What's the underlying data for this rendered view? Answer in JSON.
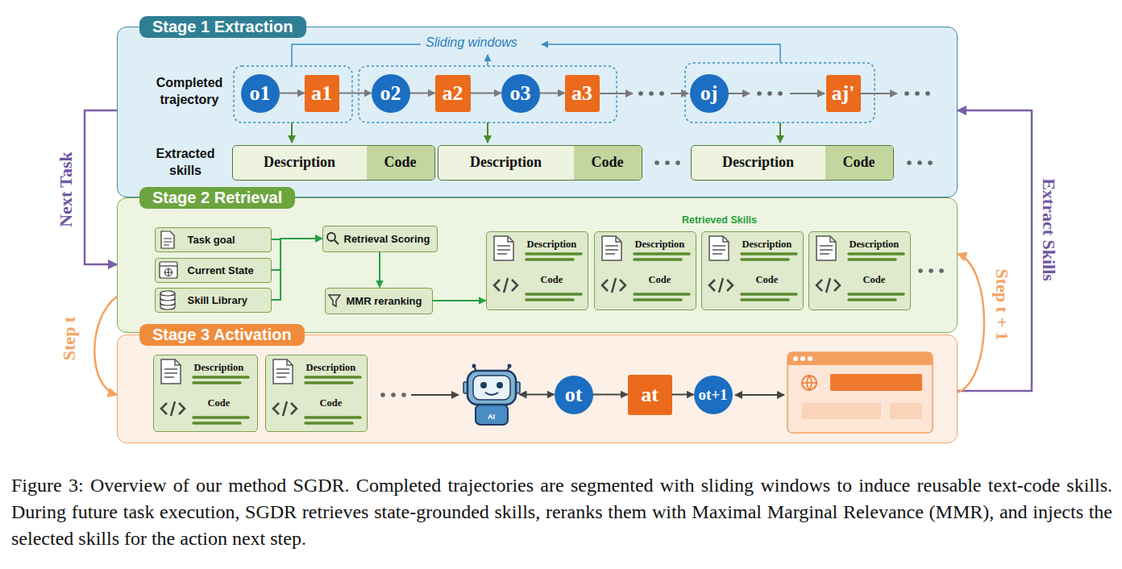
{
  "diagram": {
    "caption": "Figure 3: Overview of our method SGDR. Completed trajectories are segmented with sliding windows to induce reusable text-code skills. During future task execution, SGDR retrieves state-grounded skills, reranks them with Maximal Marginal Relevance (MMR), and injects the selected skills for the action next step.",
    "nodes": [
      {
        "text": [
          "Stage 1 Extraction"
        ]
      },
      {
        "text": [
          "o1"
        ],
        "in": 0
      },
      {
        "text": [
          "a1"
        ],
        "in": 0
      },
      {
        "text": [
          "o2"
        ],
        "in": 0
      },
      {
        "text": [
          "a2"
        ],
        "in": 0
      },
      {
        "text": [
          "o3"
        ],
        "in": 0
      },
      {
        "text": [
          "a3"
        ],
        "in": 0
      },
      {
        "text": [
          "oj"
        ],
        "in": 0
      },
      {
        "text": [
          "aj'"
        ],
        "in": 0
      },
      {
        "text": [
          "Description",
          "Code"
        ],
        "in": 0
      },
      {
        "text": [
          "Description",
          "Code"
        ],
        "in": 0
      },
      {
        "text": [
          "Description",
          "Code"
        ],
        "in": 0
      },
      {
        "text": [
          "Stage 2 Retrieval"
        ]
      },
      {
        "text": [
          "Task goal"
        ],
        "in": 12
      },
      {
        "text": [
          "Current State"
        ],
        "in": 12
      },
      {
        "text": [
          "Skill Library"
        ],
        "in": 12
      },
      {
        "text": [
          "Retrieval Scoring"
        ],
        "in": 12
      },
      {
        "text": [
          "MMR reranking"
        ],
        "in": 12
      },
      {
        "text": [
          "Description",
          "Code"
        ],
        "in": 12
      },
      {
        "text": [
          "Description",
          "Code"
        ],
        "in": 12
      },
      {
        "text": [
          "Description",
          "Code"
        ],
        "in": 12
      },
      {
        "text": [
          "Description",
          "Code"
        ],
        "in": 12
      },
      {
        "text": [
          "Stage 3 Activation"
        ]
      },
      {
        "text": [
          "Description",
          "Code"
        ],
        "in": 22
      },
      {
        "text": [
          "Description",
          "Code"
        ],
        "in": 22
      },
      {
        "text": [
          "AI"
        ],
        "in": 22
      },
      {
        "text": [
          "ot"
        ],
        "in": 22
      },
      {
        "text": [
          "at"
        ],
        "in": 22
      },
      {
        "text": [
          "ot+1"
        ],
        "in": 22
      }
    ],
    "edges": [
      {
        "from": 1,
        "to": 2,
        "arrow": "to"
      },
      {
        "from": 2,
        "to": 3,
        "arrow": "to"
      },
      {
        "from": 3,
        "to": 4,
        "arrow": "to"
      },
      {
        "from": 4,
        "to": 5,
        "arrow": "to"
      },
      {
        "from": 5,
        "to": 6,
        "arrow": "to"
      },
      {
        "from": 13,
        "to": 16,
        "arrow": "to"
      },
      {
        "from": 14,
        "to": 16,
        "arrow": "to"
      },
      {
        "from": 15,
        "to": 16,
        "arrow": "to"
      },
      {
        "from": 16,
        "to": 17,
        "arrow": "to"
      },
      {
        "from": 17,
        "to": 18,
        "arrow": "to"
      },
      {
        "from": 25,
        "to": 26,
        "arrow": "both"
      },
      {
        "from": 26,
        "to": 27,
        "arrow": "to"
      },
      {
        "from": 27,
        "to": 28,
        "arrow": "to"
      },
      {
        "from": 0,
        "to": 12,
        "label": "Next Task",
        "arrow": "to"
      },
      {
        "from": 22,
        "to": 0,
        "label": "Extract Skills",
        "arrow": "to"
      },
      {
        "from": 12,
        "to": 22,
        "label": "Step t",
        "arrow": "to"
      },
      {
        "from": 22,
        "to": 12,
        "label": "Step t + 1",
        "arrow": "to"
      }
    ],
    "labels": [
      "Completed trajectory",
      "Sliding windows",
      "Extracted skills",
      "Retrieved Skills"
    ]
  }
}
